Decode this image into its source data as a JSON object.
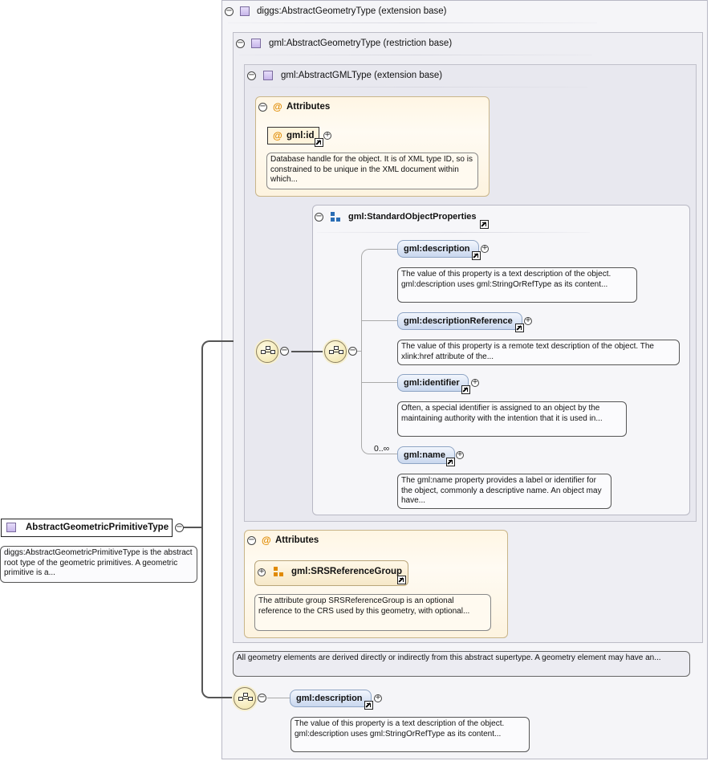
{
  "root": {
    "name": "AbstractGeometricPrimitiveType",
    "doc": "diggs:AbstractGeometricPrimitiveType is the abstract root type of the geometric primitives. A geometric primitive is a..."
  },
  "diggs_base": {
    "title": "diggs:AbstractGeometryType (extension base)",
    "doc": "All geometry elements are derived directly or indirectly from this abstract supertype. A geometry element may have an..."
  },
  "gml_geometry_base": {
    "title": "gml:AbstractGeometryType (restriction base)"
  },
  "gml_gml_base": {
    "title": "gml:AbstractGMLType (extension base)",
    "attributes": {
      "label": "Attributes",
      "id_attr": "gml:id",
      "id_doc": "Database handle for the object. It is of XML type ID, so is constrained to be unique in the XML document within which..."
    },
    "standard_props": {
      "title": "gml:StandardObjectProperties",
      "elements": [
        {
          "name": "gml:description",
          "doc": "The value of this property is a text description of the object. gml:description uses gml:StringOrRefType as its content..."
        },
        {
          "name": "gml:descriptionReference",
          "doc": "The value of this property is a remote text description of the object. The xlink:href attribute of the..."
        },
        {
          "name": "gml:identifier",
          "doc": "Often, a special identifier is assigned to an object by the maintaining authority with the intention that it is used in..."
        },
        {
          "name": "gml:name",
          "doc": "The gml:name property provides a label or identifier for the object, commonly a descriptive name. An object may have..."
        }
      ],
      "name_cardinality": "0..∞"
    }
  },
  "geometry_attributes": {
    "label": "Attributes",
    "group": "gml:SRSReferenceGroup",
    "group_doc": "The attribute group SRSReferenceGroup is an optional reference to the CRS used by this geometry, with optional..."
  },
  "bottom_element": {
    "name": "gml:description",
    "doc": "The value of this property is a text description of the object. gml:description uses gml:StringOrRefType as its content..."
  },
  "colors": {
    "element_fill": "#c9d7ee",
    "attribute_fill": "#fff6e4",
    "at_sign": "#e08a00",
    "type_icon": "#c7b6ea"
  },
  "icons": [
    "collapse-icon",
    "expand-icon",
    "type-icon",
    "attribute-icon",
    "sequence-icon",
    "reference-arrow-icon",
    "group-icon"
  ]
}
